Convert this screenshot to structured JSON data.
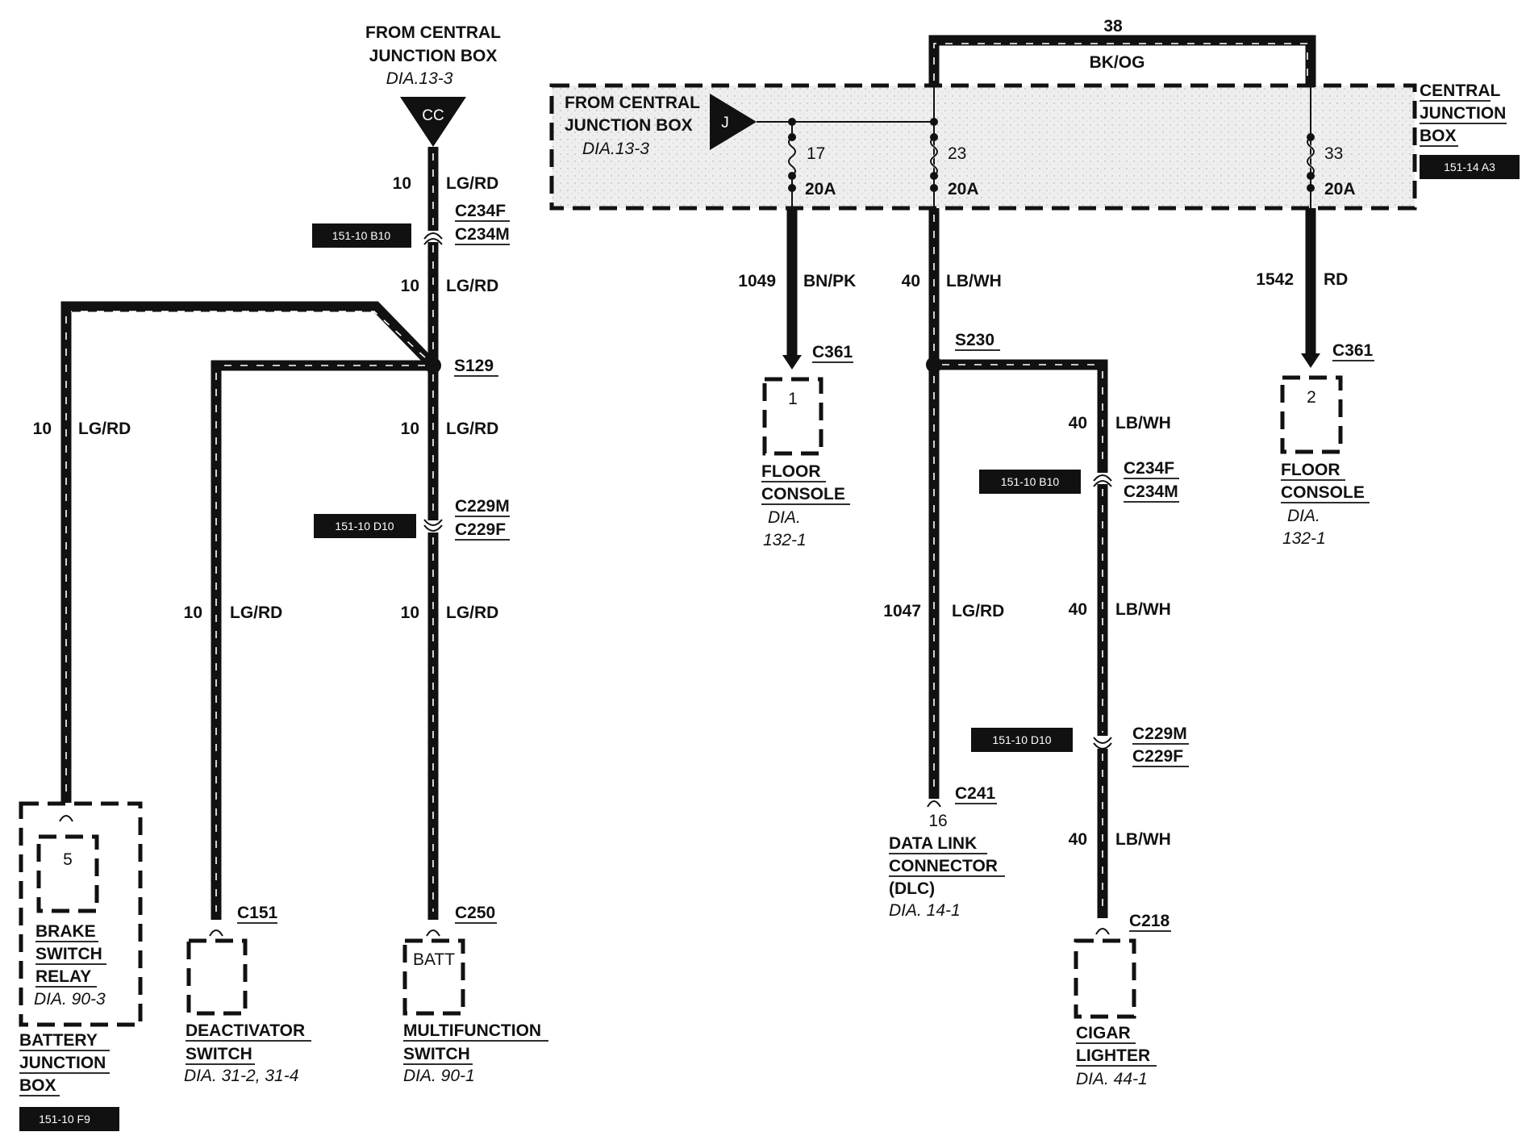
{
  "left": {
    "top_source": {
      "line1": "FROM CENTRAL",
      "line2": "JUNCTION BOX",
      "dia": "DIA.13-3",
      "connector": "CC"
    },
    "wire_upper1": {
      "gauge": "10",
      "color": "LG/RD"
    },
    "conn_c234": {
      "female": "C234F",
      "male": "C234M",
      "ref": "151-10 B10"
    },
    "wire_upper2": {
      "gauge": "10",
      "color": "LG/RD"
    },
    "splice": "S129",
    "wire_mid": {
      "gauge": "10",
      "color": "LG/RD"
    },
    "conn_c229": {
      "male": "C229M",
      "female": "C229F",
      "ref": "151-10 D10"
    },
    "wire_lower": {
      "gauge": "10",
      "color": "LG/RD"
    },
    "wire_left": {
      "gauge": "10",
      "color": "LG/RD"
    },
    "wire_deact": {
      "gauge": "10",
      "color": "LG/RD"
    },
    "brake_relay": {
      "pin": "5",
      "line1": "BRAKE",
      "line2": "SWITCH",
      "line3": "RELAY",
      "dia": "DIA. 90-3"
    },
    "battery_box": {
      "line1": "BATTERY",
      "line2": "JUNCTION",
      "line3": "BOX",
      "ref": "151-10 F9"
    },
    "deactivator": {
      "connector": "C151",
      "line1": "DEACTIVATOR",
      "line2": "SWITCH",
      "dia": "DIA. 31-2, 31-4"
    },
    "multifunction": {
      "connector": "C250",
      "pin": "BATT",
      "line1": "MULTIFUNCTION",
      "line2": "SWITCH",
      "dia": "DIA. 90-1"
    }
  },
  "right": {
    "top_wire": {
      "gauge": "38",
      "color": "BK/OG"
    },
    "source": {
      "line1": "FROM CENTRAL",
      "line2": "JUNCTION BOX",
      "dia": "DIA.13-3",
      "connector": "J"
    },
    "cjb": {
      "line1": "CENTRAL",
      "line2": "JUNCTION",
      "line3": "BOX",
      "ref": "151-14 A3"
    },
    "fuse17": {
      "num": "17",
      "rating": "20A"
    },
    "fuse23": {
      "num": "23",
      "rating": "20A"
    },
    "fuse33": {
      "num": "33",
      "rating": "20A"
    },
    "wire1049": {
      "gauge": "1049",
      "color": "BN/PK"
    },
    "wire40a": {
      "gauge": "40",
      "color": "LB/WH"
    },
    "wire1542": {
      "gauge": "1542",
      "color": "RD"
    },
    "floor1": {
      "connector": "C361",
      "pin": "1",
      "line1": "FLOOR",
      "line2": "CONSOLE",
      "dia1": "DIA.",
      "dia2": "132-1"
    },
    "floor2": {
      "connector": "C361",
      "pin": "2",
      "line1": "FLOOR",
      "line2": "CONSOLE",
      "dia1": "DIA.",
      "dia2": "132-1"
    },
    "splice": "S230",
    "wire40b": {
      "gauge": "40",
      "color": "LB/WH"
    },
    "conn_c234": {
      "female": "C234F",
      "male": "C234M",
      "ref": "151-10 B10"
    },
    "wire1047": {
      "gauge": "1047",
      "color": "LG/RD"
    },
    "wire40c": {
      "gauge": "40",
      "color": "LB/WH"
    },
    "conn_c229": {
      "male": "C229M",
      "female": "C229F",
      "ref": "151-10 D10"
    },
    "wire40d": {
      "gauge": "40",
      "color": "LB/WH"
    },
    "dlc": {
      "connector": "C241",
      "pin": "16",
      "line1": "DATA LINK",
      "line2": "CONNECTOR",
      "line3": "(DLC)",
      "dia": "DIA. 14-1"
    },
    "lighter": {
      "connector": "C218",
      "line1": "CIGAR",
      "line2": "LIGHTER",
      "dia": "DIA. 44-1"
    }
  }
}
